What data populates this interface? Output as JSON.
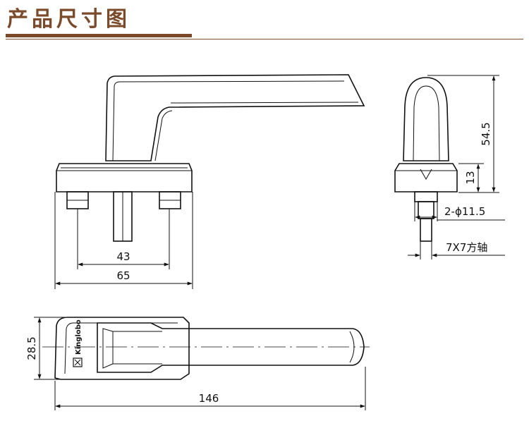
{
  "header": {
    "title": "产品尺寸图"
  },
  "dimensions": {
    "front_inner": "43",
    "front_outer": "65",
    "side_height": "54.5",
    "side_base": "13",
    "screw_holes": "2-ϕ11.5",
    "spindle": "7X7方轴",
    "top_width": "28.5",
    "top_length": "146"
  },
  "brand": {
    "logo_text": "Kinglobo"
  },
  "colors": {
    "heading": "#7a4a2a",
    "line": "#111111"
  }
}
